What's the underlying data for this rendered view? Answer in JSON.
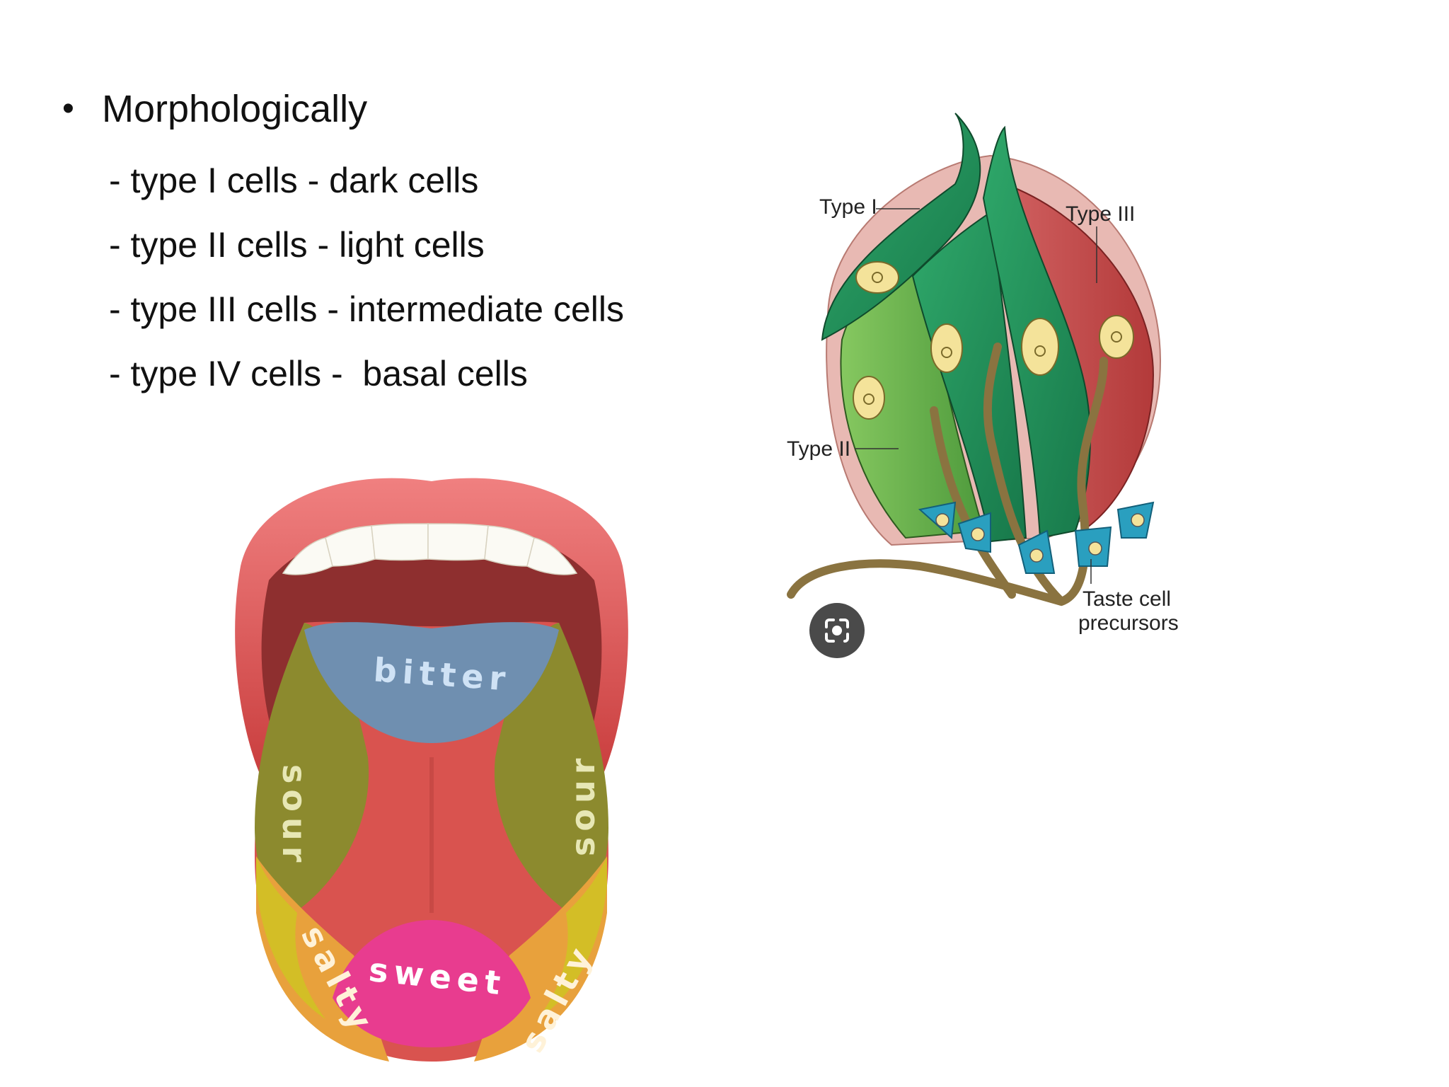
{
  "bullets": {
    "heading": "Morphologically",
    "items": [
      "- type I cells - dark cells",
      "- type II cells - light cells",
      "- type III cells - intermediate cells",
      "- type IV cells -  basal cells"
    ]
  },
  "taste_bud_diagram": {
    "labels": {
      "type1": "Type I",
      "type2": "Type II",
      "type3": "Type III",
      "precursors_line1": "Taste cell",
      "precursors_line2": "precursors"
    }
  },
  "tongue_map": {
    "zones": {
      "bitter": "bitter",
      "sour_left": "sour",
      "sour_right": "sour",
      "sweet": "sweet",
      "salty_left": "salty",
      "salty_right": "salty"
    }
  },
  "colors": {
    "bitter": "#6f8fb0",
    "sour": "#8c8a2e",
    "salty": "#e8a13c",
    "sweet": "#e83c8f",
    "tongue": "#d9534f",
    "lips": "#e06060",
    "type1_cell": "#2e9a5e",
    "type2_cell": "#7cbf55",
    "type3_cell": "#c94a4a",
    "basal_cell": "#2a9fbf",
    "nerve": "#8a7340"
  },
  "icons": {
    "lens": "image-search-icon"
  }
}
